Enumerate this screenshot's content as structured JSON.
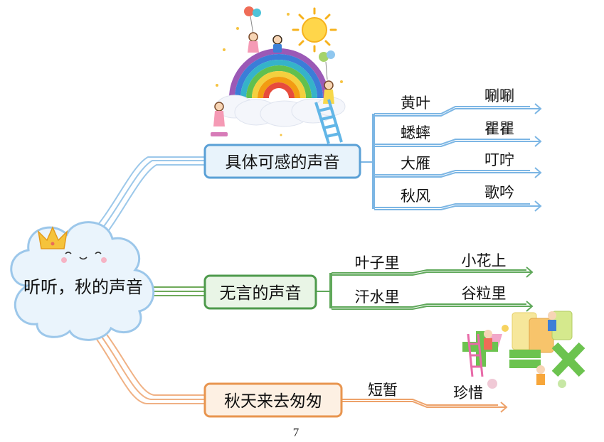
{
  "root": {
    "label": "听听，秋的声音"
  },
  "branches": [
    {
      "label": "具体可感的声音",
      "color": "#5aa0d6",
      "fill": "#e8f3fb",
      "items": [
        {
          "left": "黄叶",
          "right": "唰唰"
        },
        {
          "left": "蟋蟀",
          "right": "瞿瞿"
        },
        {
          "left": "大雁",
          "right": "叮咛"
        },
        {
          "left": "秋风",
          "right": "歌吟"
        }
      ]
    },
    {
      "label": "无言的声音",
      "color": "#4e9a4c",
      "fill": "#e9f5e6",
      "items": [
        {
          "left": "叶子里",
          "right": "小花上"
        },
        {
          "left": "汗水里",
          "right": "谷粒里"
        }
      ]
    },
    {
      "label": "秋天来去匆匆",
      "color": "#e8954f",
      "fill": "#fdf0e3",
      "items": [
        {
          "left": "短暂",
          "right": "珍惜"
        }
      ]
    }
  ],
  "page_number": "7",
  "illustrations": [
    "rainbow-children-illustration",
    "math-kids-illustration",
    "crown-icon",
    "sun-icon"
  ]
}
